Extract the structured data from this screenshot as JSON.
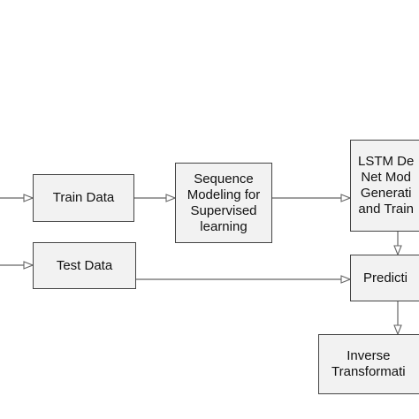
{
  "nodes": {
    "train_data": {
      "lines": [
        "Train Data"
      ]
    },
    "test_data": {
      "lines": [
        "Test Data"
      ]
    },
    "sequence_modeling": {
      "lines": [
        "Sequence",
        "Modeling for",
        "Supervised",
        "learning"
      ]
    },
    "lstm_model": {
      "lines": [
        "LSTM De",
        "Net Mod",
        "Generati",
        "and Train"
      ]
    },
    "prediction": {
      "lines": [
        "Predicti"
      ]
    },
    "inverse_transformation": {
      "lines": [
        "Inverse",
        "Transformati"
      ]
    }
  },
  "colors": {
    "box_fill": "#f2f2f2",
    "box_border": "#444444",
    "wire": "#666666",
    "text": "#111111"
  }
}
